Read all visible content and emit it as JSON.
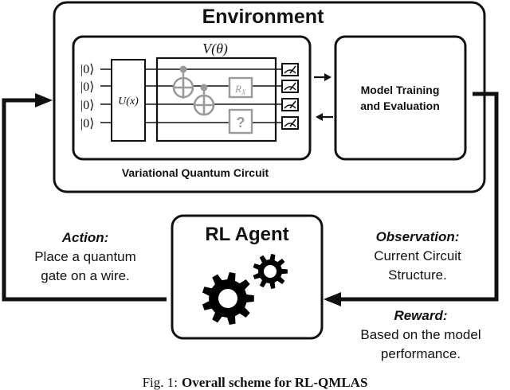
{
  "environment": {
    "title": "Environment",
    "circuit_label": "Variational Quantum Circuit",
    "circuit_param_label": "V(θ)",
    "qubits": [
      "|0⟩",
      "|0⟩",
      "|0⟩",
      "|0⟩"
    ],
    "encoding_gate": "U(x)",
    "rx_gate": "R",
    "rx_subscript": "X",
    "unknown_gate": "?",
    "model_box": {
      "line1": "Model Training",
      "line2": "and Evaluation"
    }
  },
  "agent": {
    "title": "RL Agent"
  },
  "action": {
    "heading": "Action:",
    "line1": "Place a quantum",
    "line2": "gate on a wire."
  },
  "observation": {
    "heading": "Observation:",
    "line1": "Current Circuit",
    "line2": "Structure."
  },
  "reward": {
    "heading": "Reward:",
    "line1": "Based on the model",
    "line2": "performance."
  },
  "caption": {
    "prefix": "Fig. 1:",
    "bold": "Overall scheme for RL-QMLAS"
  },
  "colors": {
    "stroke": "#111111",
    "gray_gate": "#9a9a9a",
    "gear": "#000000"
  }
}
